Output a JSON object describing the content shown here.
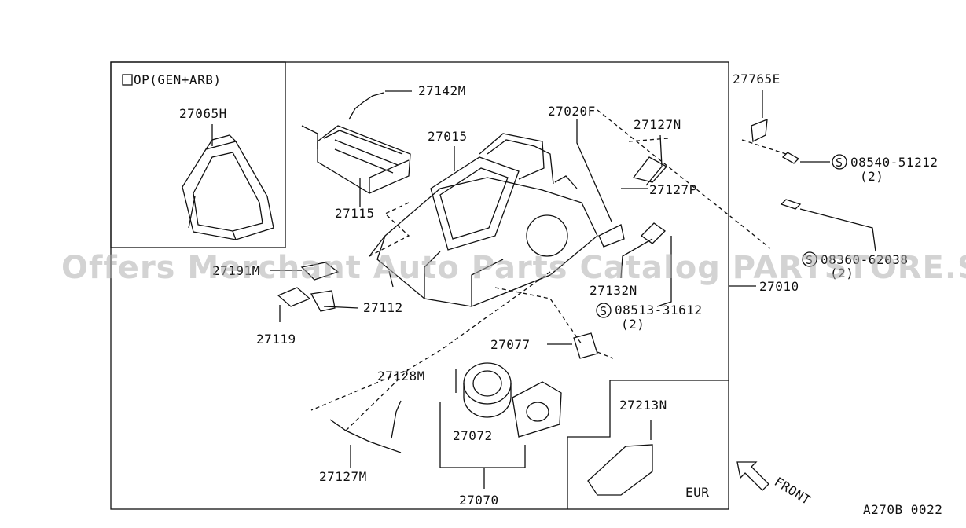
{
  "diagram": {
    "variant_label": "OP(GEN+ARB)",
    "region_label": "EUR",
    "direction_label": "FRONT",
    "figure_code": "A270B 0022",
    "qty_1": "(2)",
    "qty_2": "(2)",
    "qty_3": "(2)",
    "parts": {
      "p27065H": "27065H",
      "p27142M": "27142M",
      "p27015": "27015",
      "p27020F": "27020F",
      "p27127N": "27127N",
      "p27127P": "27127P",
      "p27765E": "27765E",
      "p08540": "08540-51212",
      "p08360": "08360-62038",
      "p27115": "27115",
      "p27191M": "27191M",
      "p27112": "27112",
      "p27119": "27119",
      "p27132N": "27132N",
      "p08513": "08513-31612",
      "p27010": "27010",
      "p27077": "27077",
      "p27128M": "27128M",
      "p27072": "27072",
      "p27213N": "27213N",
      "p27127M": "27127M",
      "p27070": "27070"
    }
  },
  "watermark": "Offers Merchant Auto Parts Catalog PARTSTORE.SA"
}
